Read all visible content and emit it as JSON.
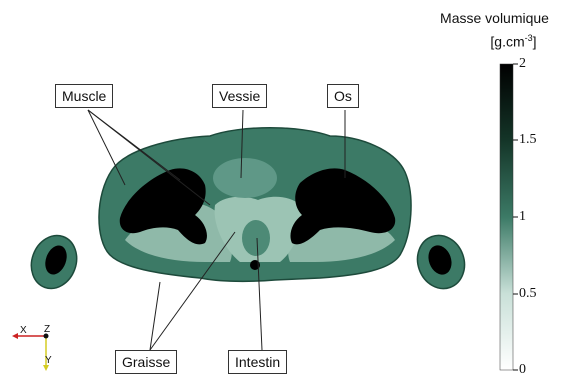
{
  "labels": {
    "muscle": "Muscle",
    "vessie": "Vessie",
    "os": "Os",
    "graisse": "Graisse",
    "intestin": "Intestin"
  },
  "colorbar": {
    "title_line1": "Masse volumique",
    "unit_main": "[g.cm",
    "unit_exp": "-3",
    "unit_close": "]",
    "ticks": [
      "2",
      "1.5",
      "1",
      "0.5",
      "0"
    ],
    "min": 0,
    "max": 2
  },
  "axes": {
    "x": "X",
    "z": "Z",
    "y": "Y"
  },
  "colors": {
    "bone": "#000000",
    "muscle": "#3c7a66",
    "muscle_dark": "#2f6654",
    "fat": "#8fb9a9",
    "fat_light": "#9cc4b4",
    "x_axis": "#cc2222",
    "y_axis": "#d4cc22"
  }
}
